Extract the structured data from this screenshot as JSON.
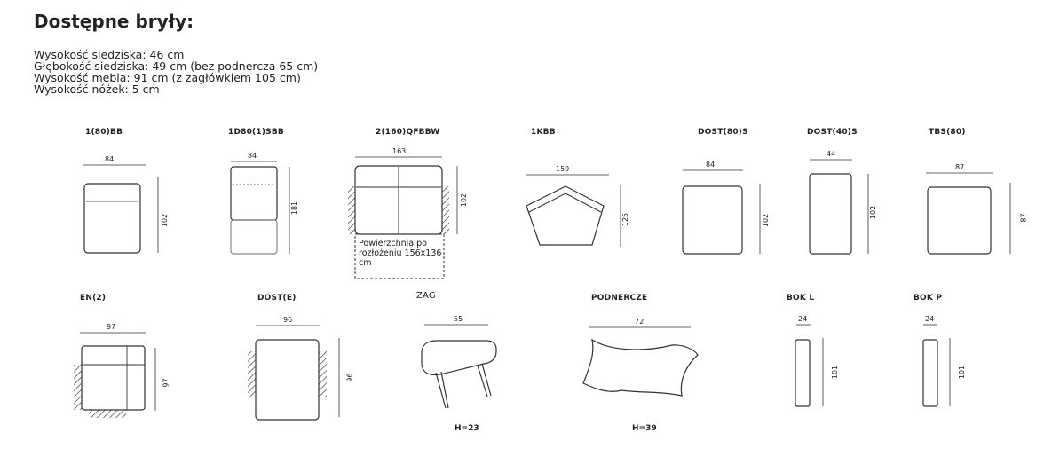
{
  "page": {
    "title": "Dostępne bryły:",
    "specs": [
      "Wysokość siedziska: 46 cm",
      "Głębokość siedziska: 49 cm (bez podnercza 65 cm)",
      "Wysokość mebla: 91 cm (z zagłówkiem 105 cm)",
      "Wysokość nóżek: 5 cm"
    ]
  },
  "modules": [
    {
      "label": "1(80)BB",
      "width": "84",
      "depth": "102"
    },
    {
      "label": "1D80(1)SBB",
      "width": "84",
      "depth": "181"
    },
    {
      "label": "2(160)QFBBW",
      "width": "163",
      "depth": "102",
      "note": "Powierzchnia po rozłożeniu 156x136 cm"
    },
    {
      "label": "1KBB",
      "width": "159",
      "depth": "125"
    },
    {
      "label": "DOST(80)S",
      "width": "84",
      "depth": "102"
    },
    {
      "label": "DOST(40)S",
      "width": "44",
      "depth": "102"
    },
    {
      "label": "TBS(80)",
      "width": "87",
      "depth": "87"
    },
    {
      "label": "EN(2)",
      "width": "97",
      "depth": "97"
    },
    {
      "label": "DOST(E)",
      "width": "96",
      "depth": "96"
    },
    {
      "label": "ZAG",
      "width": "55",
      "height": "H=23"
    },
    {
      "label": "PODNERCZE",
      "width": "72",
      "height": "H=39"
    },
    {
      "label": "BOK L",
      "width": "24",
      "depth": "101"
    },
    {
      "label": "BOK P",
      "width": "24",
      "depth": "101"
    }
  ]
}
